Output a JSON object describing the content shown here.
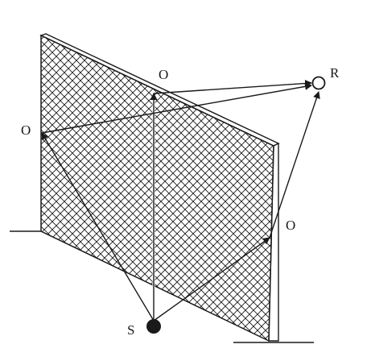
{
  "labels": {
    "source": "S",
    "receiver": "R",
    "obstacle_top": "O",
    "obstacle_left": "O",
    "obstacle_right": "O"
  },
  "colors": {
    "ink": "#1a1a1a",
    "paper": "#ffffff"
  }
}
